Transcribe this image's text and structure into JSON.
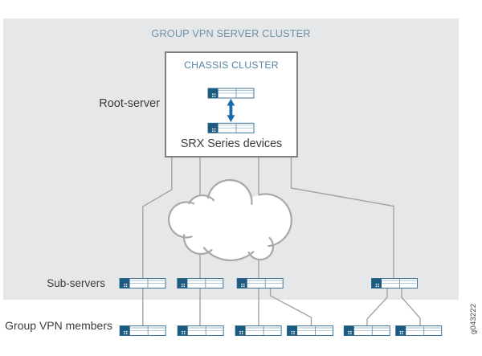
{
  "figure": {
    "panel_title": "GROUP VPN SERVER CLUSTER",
    "chassis_box": {
      "title": "CHASSIS CLUSTER",
      "caption": "SRX Series devices"
    },
    "labels": {
      "root_server": "Root-server",
      "sub_servers": "Sub-servers",
      "group_vpn_members": "Group VPN members"
    },
    "figure_id": "g043222",
    "device_counts": {
      "chassis_devices": 2,
      "sub_servers": 4,
      "group_vpn_members": 6
    }
  },
  "colors": {
    "panel_gray": "#e6e7e8",
    "title_blue": "#6e92aa",
    "chassis_blue": "#5886a3",
    "box_border_gray": "#7e8083",
    "line_gray": "#a2a3a5",
    "cloud_gray": "#a6a8aa",
    "device_navy": "#1c5a80",
    "device_blue_border": "#3d7498",
    "device_line_blue": "#aac1cf",
    "device_div_blue": "#7099b1",
    "arrow_blue": "#1a6bab",
    "text_dark": "#3b3b3b"
  }
}
